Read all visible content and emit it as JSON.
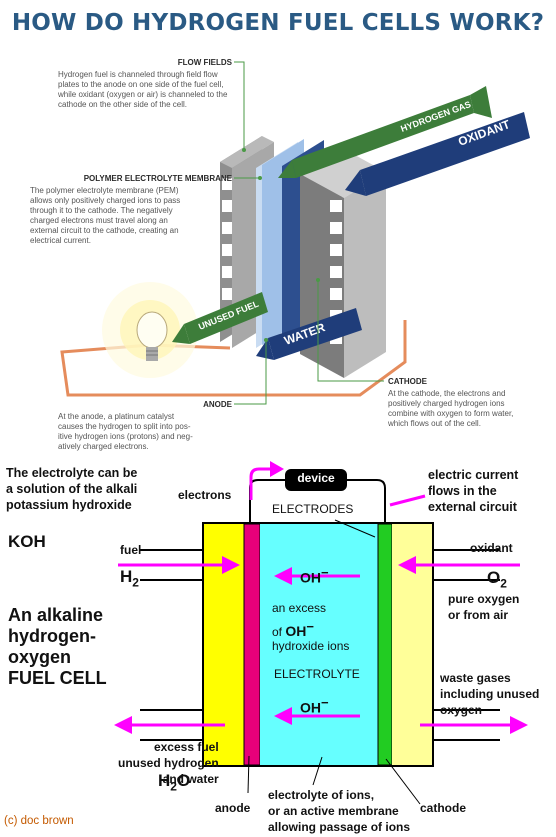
{
  "top": {
    "title": "HOW DO HYDROGEN FUEL CELLS WORK?",
    "flow_fields": {
      "heading": "FLOW FIELDS",
      "lines": [
        "Hydrogen fuel is channeled through field flow",
        "plates to the anode on one side of the fuel cell,",
        "while oxidant (oxygen or air) is channeled to the",
        "cathode on the other side of the cell."
      ]
    },
    "pem": {
      "heading": "POLYMER ELECTROLYTE MEMBRANE",
      "lines": [
        "The polymer electrolyte membrane (PEM)",
        "allows only positively charged ions to pass",
        "through it to the cathode. The negatively",
        "charged electrons must travel along an",
        "external circuit to the cathode, creating an",
        "electrical current."
      ]
    },
    "anode": {
      "heading": "ANODE",
      "lines": [
        "At the anode, a platinum catalyst",
        "causes the hydrogen to split into pos-",
        "itive hydrogen ions (protons) and neg-",
        "atively charged electrons."
      ]
    },
    "cathode": {
      "heading": "CATHODE",
      "lines": [
        "At the cathode, the electrons and",
        "positively charged hydrogen ions",
        "combine with oxygen to form water,",
        "which flows out of the cell."
      ]
    },
    "arrows": {
      "hydrogen_gas": "HYDROGEN GAS",
      "oxidant": "OXIDANT",
      "unused_fuel": "UNUSED FUEL",
      "water": "WATER"
    }
  },
  "bottom": {
    "electrolyte_note": [
      "The electrolyte can be",
      "a solution of the alkali",
      "potassium hydroxide"
    ],
    "koh": "KOH",
    "electrons": "electrons",
    "device": "device",
    "current_note": [
      "electric current",
      "flows in the",
      "external circuit"
    ],
    "electrodes": "ELECTRODES",
    "fuel": "fuel",
    "h2": "H",
    "h2_sub": "2",
    "oxidant": "oxidant",
    "o2": "O",
    "o2_sub": "2",
    "pure_oxygen": [
      "pure oxygen",
      "or from air"
    ],
    "alkaline_title": [
      "An alkaline",
      "hydrogen-",
      "oxygen",
      "FUEL CELL"
    ],
    "oh": "OH",
    "oh_sup": "−",
    "excess_note": "an excess",
    "of": "of",
    "hydroxide_ions": "hydroxide ions",
    "electrolyte": "ELECTROLYTE",
    "waste_gases": [
      "waste gases",
      "including unused",
      "oxygen"
    ],
    "excess_fuel": [
      "excess fuel",
      "unused hydrogen",
      "and water"
    ],
    "h2o": "H",
    "h2o_sub": "2",
    "h2o_end": "O",
    "anode": "anode",
    "electrolyte_of_ions": [
      "electrolyte of ions,",
      "or an active membrane",
      "allowing passage of ions"
    ],
    "cathode": "cathode",
    "credit": "(c) doc brown"
  },
  "colors": {
    "title_blue": "#2a5a84",
    "arrow_green": "#3d7d3a",
    "arrow_navy": "#1f3d7a",
    "circuit_orange": "#e58c5c",
    "fuel_yellow": "#ffff00",
    "oxidant_yellow": "#ffff99",
    "anode_magenta": "#e8007a",
    "electrolyte_cyan": "#66ffff",
    "cathode_green": "#22cc22",
    "arrow_magenta": "#ff00ff"
  }
}
